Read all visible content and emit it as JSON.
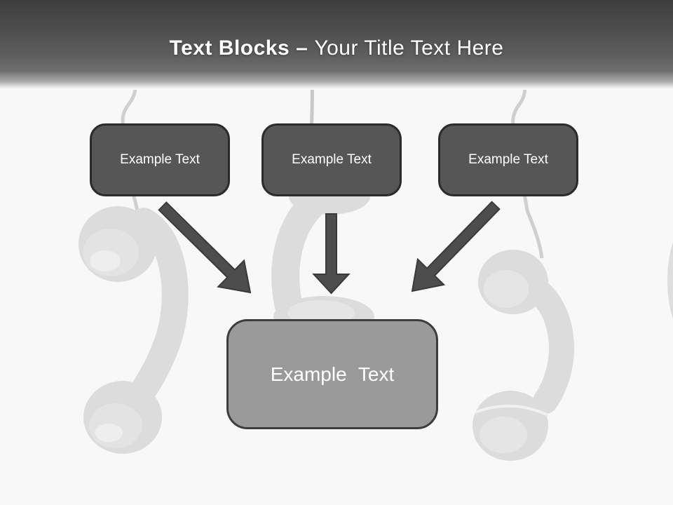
{
  "slide": {
    "header": {
      "title_bold": "Text Blocks",
      "title_separator": "–",
      "title_regular": "Your Title Text Here"
    },
    "top_blocks": [
      {
        "label": "Example Text"
      },
      {
        "label": "Example Text"
      },
      {
        "label": "Example Text"
      }
    ],
    "bottom_block": {
      "label": "Example Text"
    },
    "decorations": {
      "watermark": "three hanging black telephone handsets on curly cords, faded",
      "arrow_count": 3
    },
    "colors": {
      "background": "#f8f8f8",
      "header_dark": "#3e3e3e",
      "header_mid": "#6f6f6f",
      "top_block_fill": "#565656",
      "top_block_border": "#2b2b2b",
      "bottom_block_fill": "#9a9a9a",
      "bottom_block_border": "#3d3d3d",
      "arrow_fill": "#4d4d4d",
      "arrow_stroke": "#3a3a3a",
      "phone": "#dcdcdc",
      "cord": "#cfcfcf",
      "text": "#ffffff"
    }
  }
}
